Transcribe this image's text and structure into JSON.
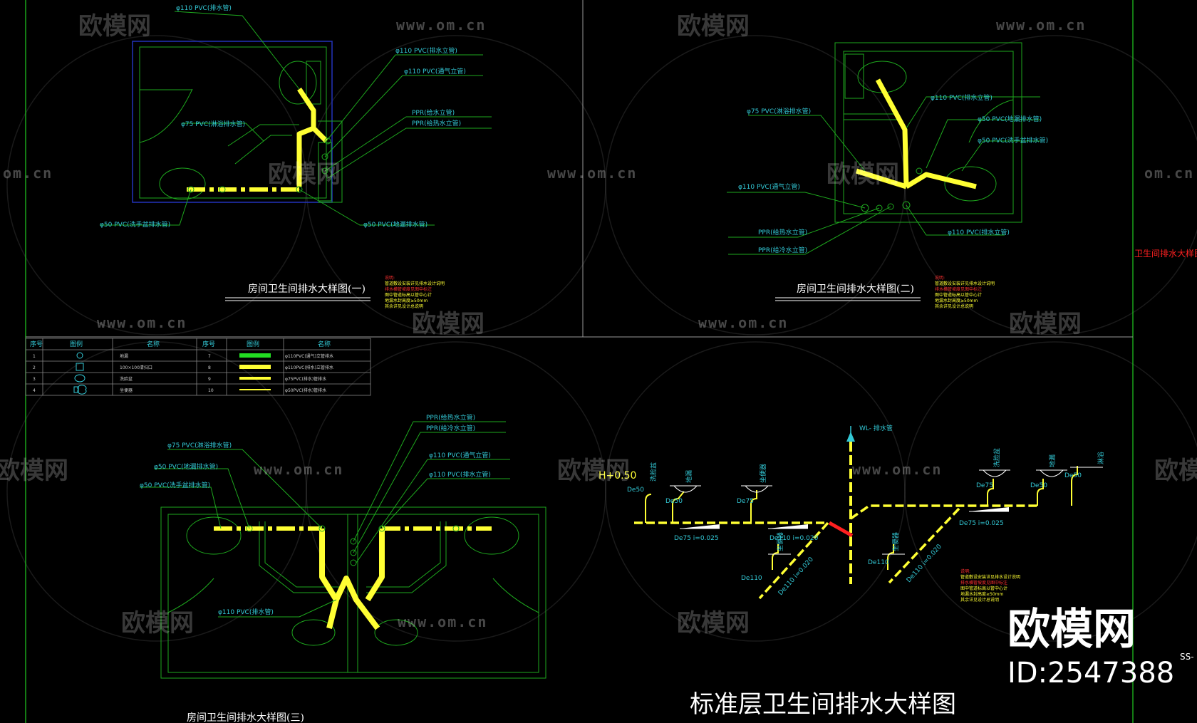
{
  "watermark": {
    "brand": "欧模网",
    "url": "www.om.cn",
    "url_short": "om.cn",
    "brand_partial": "欧模网"
  },
  "corner": {
    "brand": "欧模网",
    "id": "ID:2547388",
    "edge_text": "SS-"
  },
  "side_title": "卫生间排水大样图",
  "main_title": "标准层卫生间排水大样图",
  "plan1": {
    "title": "房间卫生间排水大样图(一)",
    "labels": [
      "φ110 PVC(排水管)",
      "φ110 PVC(排水立管)",
      "φ110 PVC(通气立管)",
      "PPR(给水立管)",
      "PPR(给热水立管)",
      "φ75 PVC(淋浴排水管)",
      "φ50 PVC(洗手盆排水管)",
      "φ50 PVC(地漏排水管)"
    ]
  },
  "plan2": {
    "title": "房间卫生间排水大样图(二)",
    "labels": [
      "φ75 PVC(淋浴排水管)",
      "φ110 PVC(排水立管)",
      "φ50 PVC(地漏排水管)",
      "φ50 PVC(洗手盆排水管)",
      "φ110 PVC(通气立管)",
      "PPR(给热水立管)",
      "PPR(给冷水立管)",
      "φ110 PVC(排水立管)"
    ]
  },
  "plan3": {
    "title": "房间卫生间排水大样图(三)",
    "labels": [
      "PPR(给热水立管)",
      "PPR(给冷水立管)",
      "φ75 PVC(淋浴排水管)",
      "φ110 PVC(通气立管)",
      "φ50 PVC(地漏排水管)",
      "φ110 PVC(排水立管)",
      "φ50 PVC(洗手盆排水管)",
      "φ110 PVC(排水管)"
    ]
  },
  "legend": {
    "headers": [
      "序号",
      "图例",
      "名称",
      "序号",
      "图例",
      "名称"
    ],
    "rows": [
      {
        "n1": "1",
        "name1": "地漏",
        "n2": "7",
        "name2": "φ110PVC(通气)立管排水"
      },
      {
        "n1": "2",
        "name1": "100×100清扫口",
        "n2": "8",
        "name2": "φ110PVC(排水)立管排水"
      },
      {
        "n1": "3",
        "name1": "洗脸盆",
        "n2": "9",
        "name2": "φ75PVC(排水)管排水"
      },
      {
        "n1": "4",
        "name1": "坐便器",
        "n2": "10",
        "name2": "φ50PVC(排水)管排水"
      }
    ],
    "colors": {
      "green": "#22dd22",
      "yellow": "#ffff33"
    }
  },
  "section": {
    "riser_label": "WL-  排水管",
    "elevation": "H+0.50",
    "de50": "De50",
    "de75": "De75",
    "de110": "De110",
    "slope1": "De75  i=0.025",
    "slope2": "De110  i=0.020",
    "slope3": "De75  i=0.025",
    "slope4": "De110  i=0.020",
    "slope5": "De110  i=0.020",
    "fixture_a": "洗脸盆",
    "fixture_b": "地漏",
    "fixture_c": "坐便器",
    "fixture_d": "淋浴"
  },
  "notes": {
    "head": "说明:",
    "l1": "管道敷设安装详见排水设计说明",
    "l2": "排水横管坡度见图中标注",
    "l3": "图中管道标高以管中心计",
    "l4": "地漏水封高度≥50mm",
    "l5": "其余详见设计总说明"
  },
  "colors": {
    "frame": "#22cc22",
    "pipe": "#ffff33",
    "line": "#1ea81e",
    "text": "#33c9d6",
    "wall": "#2f6b2f",
    "blue": "#2233bb",
    "red": "#ff2020"
  }
}
